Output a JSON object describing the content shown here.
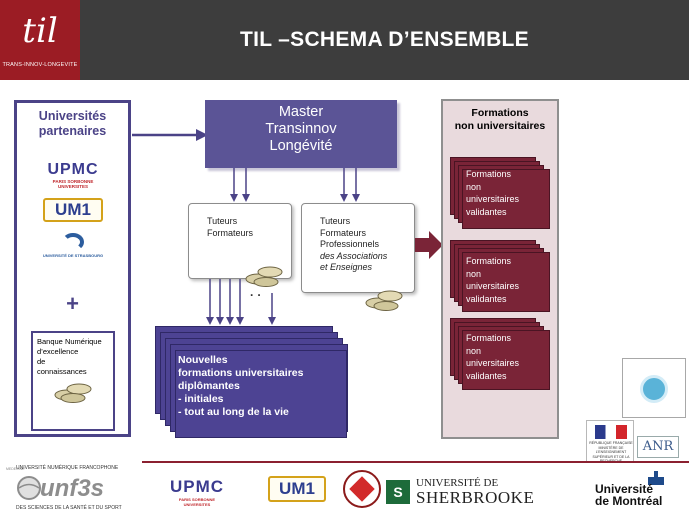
{
  "header": {
    "title": "TIL –SCHEMA D’ENSEMBLE",
    "logo_mark": "til",
    "logo_caption": "TRANS-INNOV-LONGEVITE"
  },
  "universites": {
    "title_line1": "Universités",
    "title_line2": "partenaires",
    "upmc": "UPMC",
    "upmc_sub": "PARIS SORBONNE UNIVERSITES",
    "um1": "UM1",
    "strasbourg": "UNIVERSITÉ DE STRASBOURG",
    "plus": "+",
    "bank_line1": "Banque Numérique",
    "bank_line2": "d’excellence",
    "bank_line3": "de",
    "bank_line4": "connaissances"
  },
  "master": {
    "line1": "Master",
    "line2": "Transinnov",
    "line3": "Longévité"
  },
  "scroll_left": {
    "line1": "Tuteurs",
    "line2": "Formateurs"
  },
  "scroll_right": {
    "line1": "Tuteurs",
    "line2": "Formateurs",
    "line3": "Professionnels",
    "line4": "des Associations",
    "line5": "et Enseignes"
  },
  "dots": "· ·",
  "graduate": {
    "line1": "Nouvelles",
    "line2": "formations universitaires",
    "line3": "diplômantes",
    "line4": "- initiales",
    "line5": "- tout au long de la vie"
  },
  "formations": {
    "title_line1": "Formations",
    "title_line2": "non universitaires",
    "cards": [
      {
        "l1": "Formations",
        "l2": "non",
        "l3": "universitaires",
        "l4": "validantes"
      },
      {
        "l1": "Formations",
        "l2": "non",
        "l3": "universitaires",
        "l4": "validantes"
      },
      {
        "l1": "Formations",
        "l2": "non",
        "l3": "universitaires",
        "l4": "validantes"
      }
    ]
  },
  "right_logos": {
    "rf_text": "RÉPUBLIQUE FRANÇAISE MINISTÈRE DE L’ENSEIGNEMENT SUPÉRIEUR ET DE LA RECHERCHE",
    "anr": "ANR"
  },
  "footer": {
    "unf3s_top": "UNIVERSITÉ NUMÉRIQUE FRANCOPHONE",
    "unf3s_big": "unf3s",
    "unf3s_bottom": "DES SCIENCES DE LA SANTÉ ET DU SPORT",
    "unf3s_side": "MEDECINE",
    "upmc": "UPMC",
    "upmc_sub": "PARIS SORBONNE UNIVERSITES",
    "um1": "UM1",
    "sherb_line1": "UNIVERSITÉ DE",
    "sherb_line2": "SHERBROOKE",
    "sherb_mark": "S",
    "mtl_line1": "Université",
    "mtl_line2": "de Montréal"
  },
  "colors": {
    "header_bg": "#3d3d3d",
    "logo_red": "#9b1c24",
    "purple": "#5b5496",
    "dark_purple": "#4d4393",
    "maroon": "#7a2437",
    "formations_bg": "#e9dadd"
  }
}
